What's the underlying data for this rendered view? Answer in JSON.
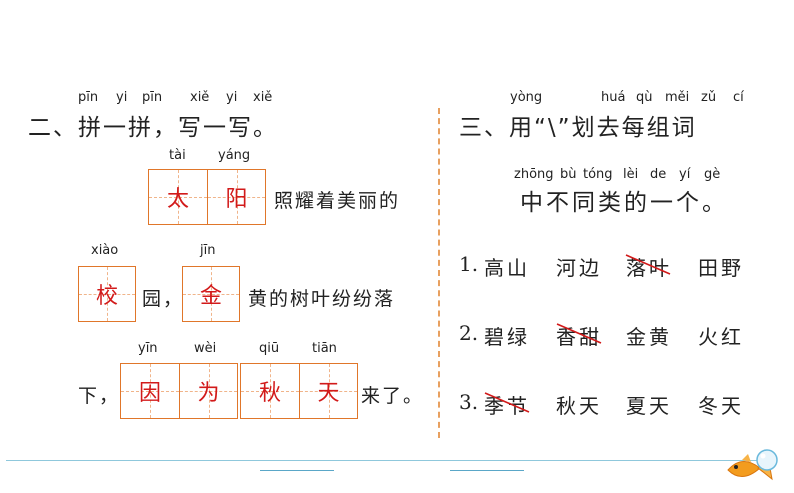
{
  "left": {
    "heading": {
      "pinyin": [
        "pīn",
        "yi",
        "pīn",
        "xiě",
        "yi",
        "xiě"
      ],
      "text": "二、拼一拼，写一写。"
    },
    "row1": {
      "pinyin": [
        "tài",
        "yáng"
      ],
      "chars": [
        "太",
        "阳"
      ],
      "after": "照耀着美丽的"
    },
    "row2": {
      "pinyin_a": "xiào",
      "char_a": "校",
      "middle": "园，",
      "pinyin_b": "jīn",
      "char_b": "金",
      "after": "黄的树叶纷纷落"
    },
    "row3": {
      "before": "下，",
      "pinyin": [
        "yīn",
        "wèi",
        "qiū",
        "tiān"
      ],
      "chars_a": [
        "因",
        "为"
      ],
      "chars_b": [
        "秋",
        "天"
      ],
      "after": "来了。"
    }
  },
  "right": {
    "heading": {
      "pinyin": [
        "yòng",
        "huá",
        "qù",
        "měi",
        "zǔ",
        "cí"
      ],
      "text": "三、用“\\”划去每组词"
    },
    "line2": {
      "pinyin": [
        "zhōng",
        "bù",
        "tóng",
        "lèi",
        "de",
        "yí",
        "gè"
      ],
      "text": "中不同类的一个。"
    },
    "groups": [
      {
        "num": "1.",
        "words": [
          "高山",
          "河边",
          "落叶",
          "田野"
        ],
        "struck": 2
      },
      {
        "num": "2.",
        "words": [
          "碧绿",
          "香甜",
          "金黄",
          "火红"
        ],
        "struck": 1
      },
      {
        "num": "3.",
        "words": [
          "季节",
          "秋天",
          "夏天",
          "冬天"
        ],
        "struck": 0
      }
    ]
  },
  "colors": {
    "box": "#e0762a",
    "answer": "#d21a1a",
    "line": "#8fc8dc"
  },
  "icons": [
    "fish-icon",
    "bubble-icon"
  ]
}
